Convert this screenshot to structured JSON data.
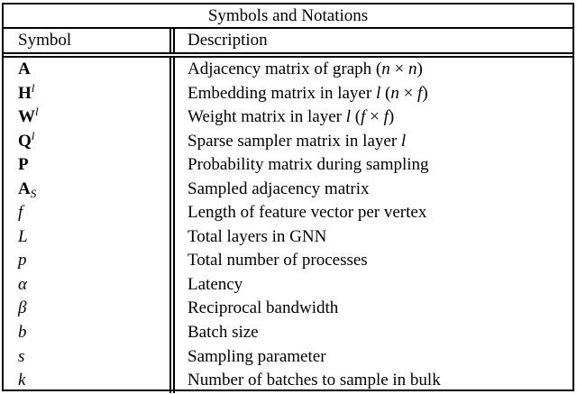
{
  "colors": {
    "text": "#000000",
    "background": "#ffffff",
    "border": "#000000"
  },
  "table": {
    "title": "Symbols and Notations",
    "columns": [
      "Symbol",
      "Description"
    ],
    "rows": [
      {
        "symbol": {
          "text": "A",
          "style": "bold",
          "sup": "",
          "sub": ""
        },
        "description": [
          {
            "t": "Adjacency matrix of graph ("
          },
          {
            "t": "n",
            "i": true
          },
          {
            "t": " × "
          },
          {
            "t": "n",
            "i": true
          },
          {
            "t": ")"
          }
        ]
      },
      {
        "symbol": {
          "text": "H",
          "style": "bold",
          "sup": "l",
          "sub": ""
        },
        "description": [
          {
            "t": "Embedding matrix in layer "
          },
          {
            "t": "l",
            "i": true
          },
          {
            "t": " ("
          },
          {
            "t": "n",
            "i": true
          },
          {
            "t": " × "
          },
          {
            "t": "f",
            "i": true
          },
          {
            "t": ")"
          }
        ]
      },
      {
        "symbol": {
          "text": "W",
          "style": "bold",
          "sup": "l",
          "sub": ""
        },
        "description": [
          {
            "t": "Weight matrix in layer "
          },
          {
            "t": "l",
            "i": true
          },
          {
            "t": " ("
          },
          {
            "t": "f",
            "i": true
          },
          {
            "t": " × "
          },
          {
            "t": "f",
            "i": true
          },
          {
            "t": ")"
          }
        ]
      },
      {
        "symbol": {
          "text": "Q",
          "style": "bold",
          "sup": "l",
          "sub": ""
        },
        "description": [
          {
            "t": "Sparse sampler matrix in layer "
          },
          {
            "t": "l",
            "i": true
          }
        ]
      },
      {
        "symbol": {
          "text": "P",
          "style": "bold",
          "sup": "",
          "sub": ""
        },
        "description": [
          {
            "t": "Probability matrix during sampling"
          }
        ]
      },
      {
        "symbol": {
          "text": "A",
          "style": "bold",
          "sup": "",
          "sub": "S"
        },
        "description": [
          {
            "t": "Sampled adjacency matrix"
          }
        ]
      },
      {
        "symbol": {
          "text": "f",
          "style": "italic",
          "sup": "",
          "sub": ""
        },
        "description": [
          {
            "t": "Length of feature vector per vertex"
          }
        ]
      },
      {
        "symbol": {
          "text": "L",
          "style": "italic",
          "sup": "",
          "sub": ""
        },
        "description": [
          {
            "t": "Total layers in GNN"
          }
        ]
      },
      {
        "symbol": {
          "text": "p",
          "style": "italic",
          "sup": "",
          "sub": ""
        },
        "description": [
          {
            "t": "Total number of processes"
          }
        ]
      },
      {
        "symbol": {
          "text": "α",
          "style": "italic",
          "sup": "",
          "sub": ""
        },
        "description": [
          {
            "t": "Latency"
          }
        ]
      },
      {
        "symbol": {
          "text": "β",
          "style": "italic",
          "sup": "",
          "sub": ""
        },
        "description": [
          {
            "t": "Reciprocal bandwidth"
          }
        ]
      },
      {
        "symbol": {
          "text": "b",
          "style": "italic",
          "sup": "",
          "sub": ""
        },
        "description": [
          {
            "t": "Batch size"
          }
        ]
      },
      {
        "symbol": {
          "text": "s",
          "style": "italic",
          "sup": "",
          "sub": ""
        },
        "description": [
          {
            "t": "Sampling parameter"
          }
        ]
      },
      {
        "symbol": {
          "text": "k",
          "style": "italic",
          "sup": "",
          "sub": ""
        },
        "description": [
          {
            "t": "Number of batches to sample in bulk"
          }
        ]
      }
    ]
  }
}
